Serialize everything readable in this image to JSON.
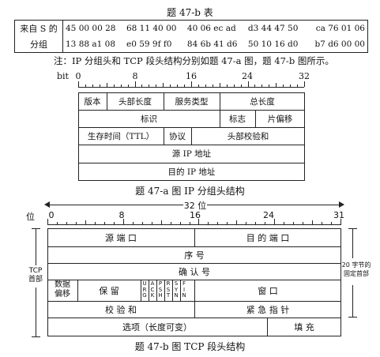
{
  "table47b": {
    "title": "题 47-b 表",
    "label_row1": "来自 S 的",
    "label_row2": "分组",
    "row1": [
      "45 00 00 28",
      "68 11 40 00",
      "40 06 ec ad",
      "d3 44 47 50",
      "ca 76 01 06"
    ],
    "row2": [
      "13 88 a1 08",
      "e0 59 9f f0",
      "84 6b 41 d6",
      "50 10 16 d0",
      "b7 d6 00 00"
    ]
  },
  "note": "注：IP 分组头和 TCP 段头结构分别如题 47-a 图，题 47-b 图所示。",
  "ip_header": {
    "ruler": {
      "prefix": "bit",
      "ticks": [
        "0",
        "8",
        "16",
        "24",
        "32"
      ]
    },
    "fields": {
      "version": "版本",
      "ihl": "头部长度",
      "tos": "服务类型",
      "total_length": "总长度",
      "identification": "标识",
      "flags": "标志",
      "fragment_offset": "片偏移",
      "ttl": "生存时间（TTL）",
      "protocol": "协议",
      "checksum": "头部校验和",
      "src_ip": "源 IP 地址",
      "dst_ip": "目的 IP 地址"
    },
    "caption": "题 47-a 图  IP 分组头结构"
  },
  "tcp_header": {
    "width_label": "32 位",
    "ruler_prefix": "位",
    "ticks": [
      "0",
      "8",
      "16",
      "24",
      "31"
    ],
    "side_label": [
      "TCP",
      "首部"
    ],
    "fixed_label": [
      "20 字节的",
      "固定首部"
    ],
    "fields": {
      "src_port": "源 端 口",
      "dst_port": "目 的 端 口",
      "seq": "序 号",
      "ack": "确 认 号",
      "data_offset": [
        "数据",
        "偏移"
      ],
      "reserved": "保 留",
      "flags": [
        "URG",
        "ACK",
        "PSH",
        "RST",
        "SYN",
        "FIN"
      ],
      "window": "窗 口",
      "checksum": "校 验 和",
      "urgent": "紧 急 指 针",
      "options": "选项（长度可变）",
      "padding": "填 充"
    },
    "caption": "题 47-b 图  TCP 段头结构"
  }
}
